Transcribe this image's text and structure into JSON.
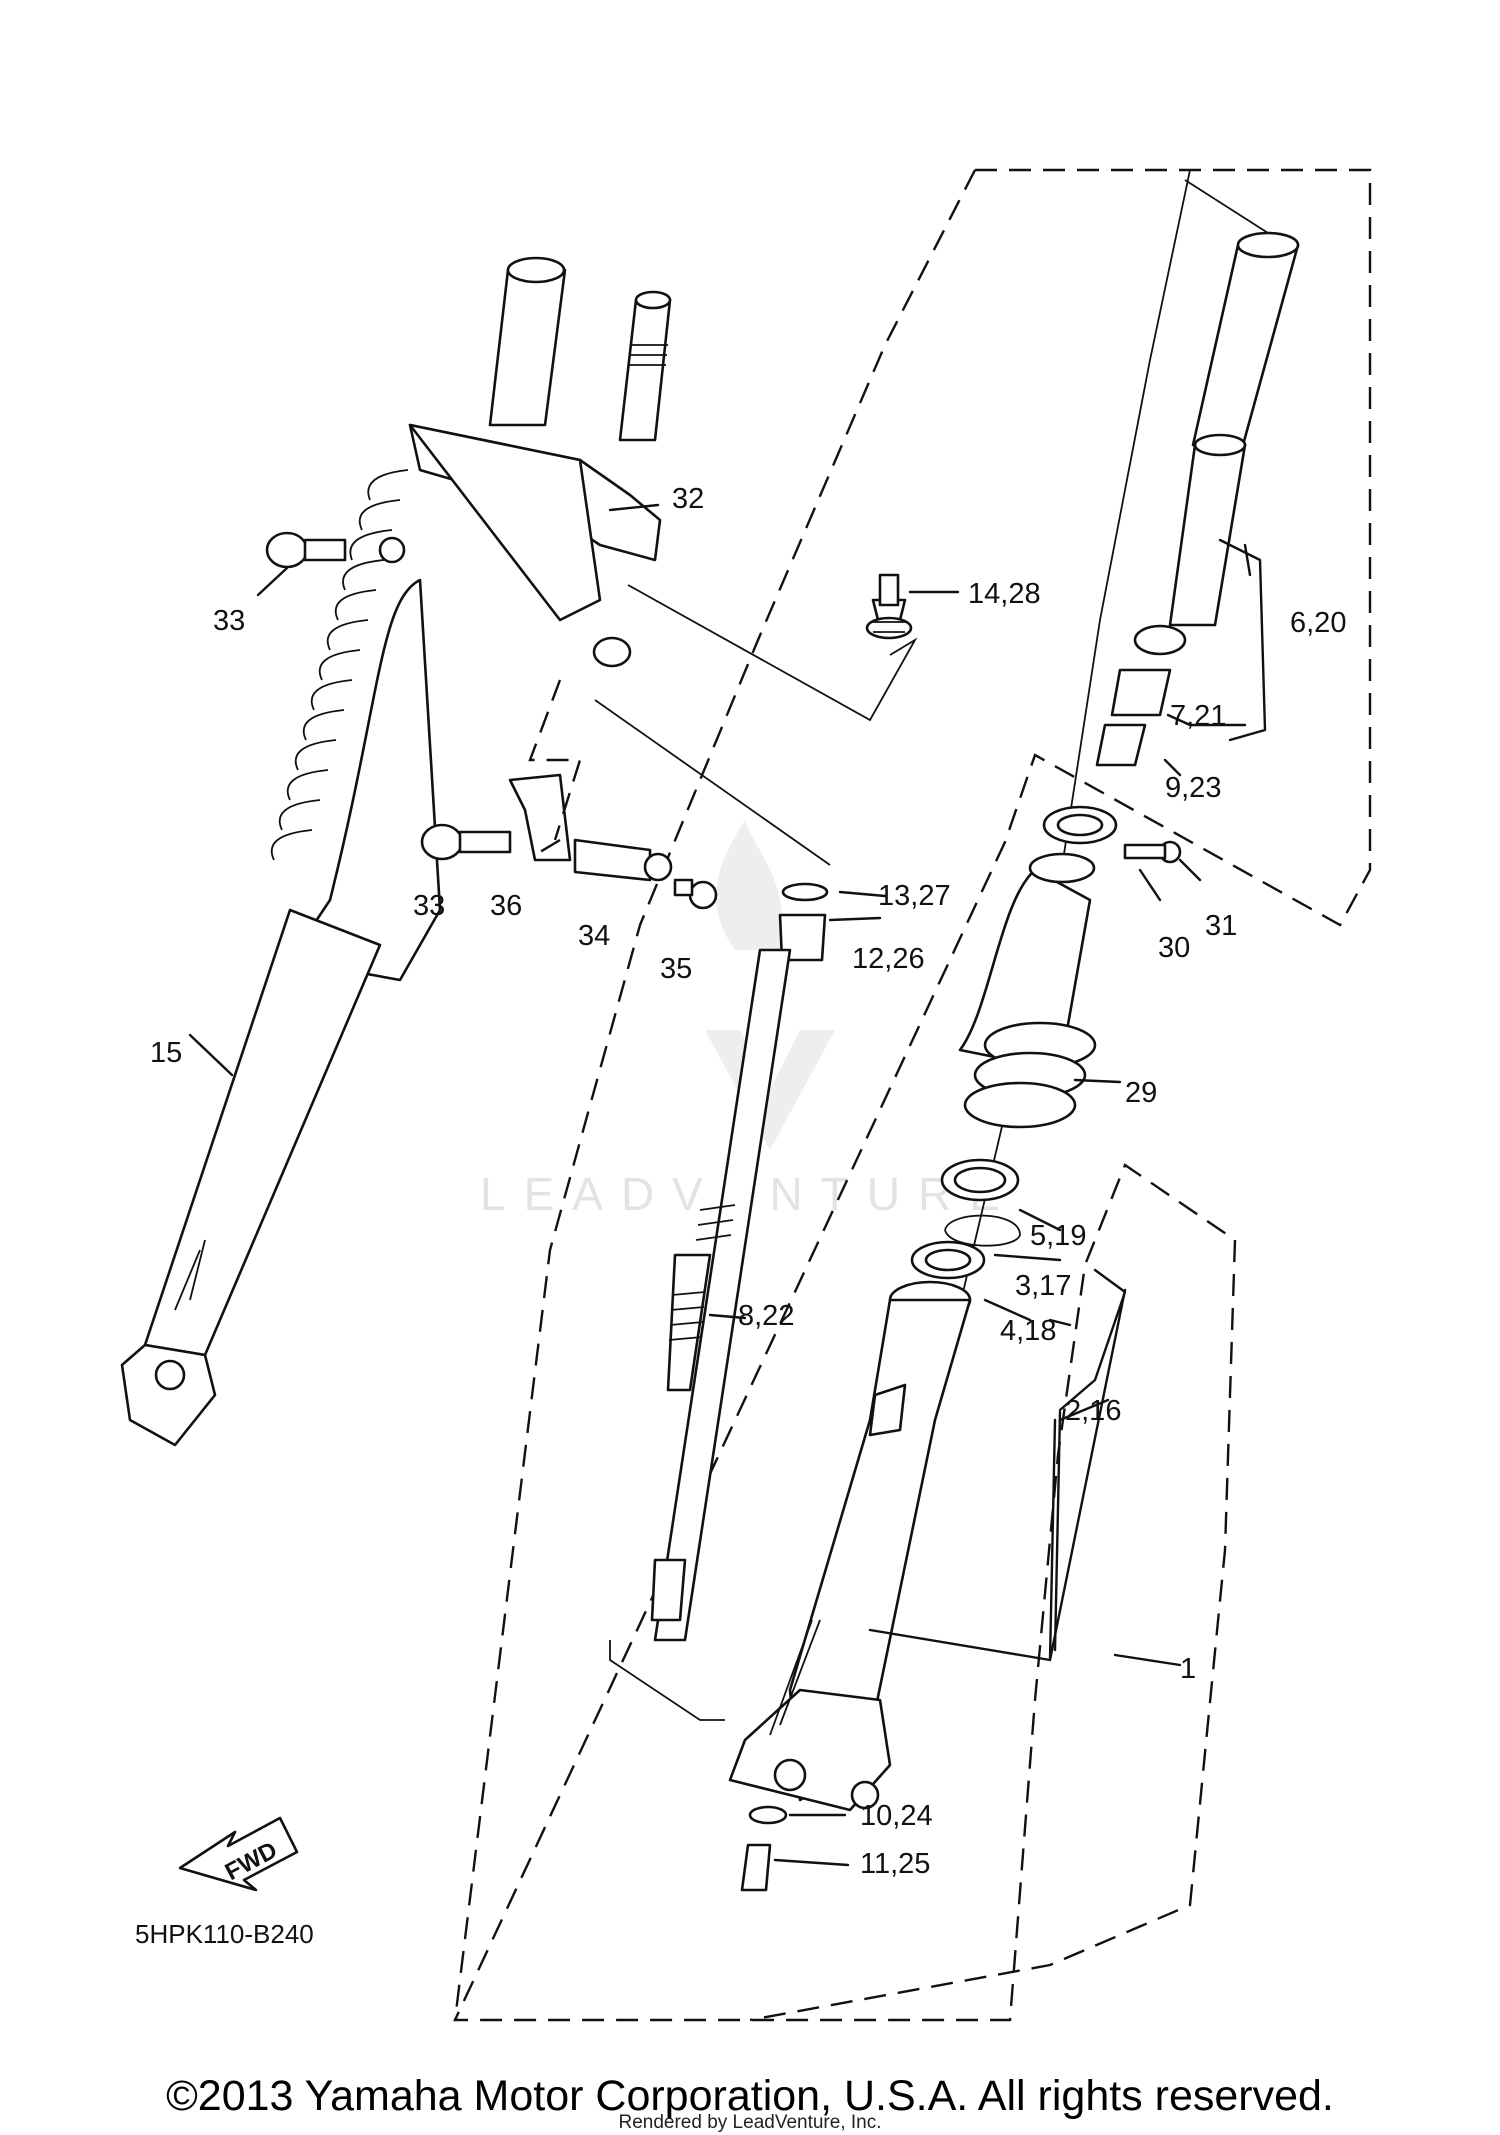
{
  "diagram": {
    "drawing_code": "5HPK110-B240",
    "fwd_label": "FWD",
    "watermark": "LEADVENTURE",
    "callouts": [
      {
        "id": "c1",
        "text": "1"
      },
      {
        "id": "c2",
        "text": "2,16"
      },
      {
        "id": "c3",
        "text": "3,17"
      },
      {
        "id": "c4",
        "text": "4,18"
      },
      {
        "id": "c5",
        "text": "5,19"
      },
      {
        "id": "c6",
        "text": "6,20"
      },
      {
        "id": "c7",
        "text": "7,21"
      },
      {
        "id": "c8",
        "text": "8,22"
      },
      {
        "id": "c9",
        "text": "9,23"
      },
      {
        "id": "c10",
        "text": "10,24"
      },
      {
        "id": "c11",
        "text": "11,25"
      },
      {
        "id": "c12",
        "text": "12,26"
      },
      {
        "id": "c13",
        "text": "13,27"
      },
      {
        "id": "c14",
        "text": "14,28"
      },
      {
        "id": "c15",
        "text": "15"
      },
      {
        "id": "c29",
        "text": "29"
      },
      {
        "id": "c30",
        "text": "30"
      },
      {
        "id": "c31",
        "text": "31"
      },
      {
        "id": "c32",
        "text": "32"
      },
      {
        "id": "c33a",
        "text": "33"
      },
      {
        "id": "c33b",
        "text": "33"
      },
      {
        "id": "c34",
        "text": "34"
      },
      {
        "id": "c35",
        "text": "35"
      },
      {
        "id": "c36",
        "text": "36"
      }
    ]
  },
  "footer": {
    "copyright": "©2013 Yamaha Motor Corporation, U.S.A. All rights reserved.",
    "rendered_by": "Rendered by LeadVenture, Inc."
  }
}
